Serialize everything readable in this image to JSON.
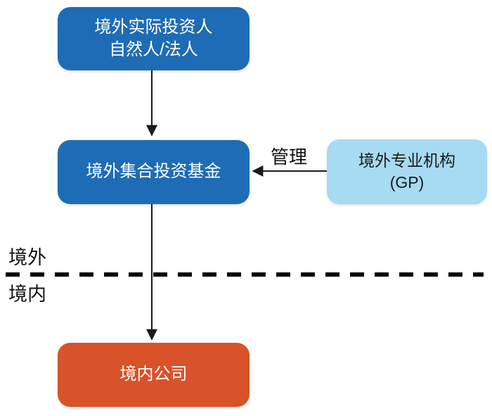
{
  "diagram": {
    "nodes": {
      "investor": {
        "line1": "境外实际投资人",
        "line2": "自然人/法人",
        "color": "#1E6CB5",
        "text_color": "#FFFFFF"
      },
      "fund": {
        "label": "境外集合投资基金",
        "color": "#1E6CB5",
        "text_color": "#FFFFFF"
      },
      "gp": {
        "line1": "境外专业机构",
        "line2": "(GP)",
        "color": "#A6DBF2",
        "text_color": "#1A1A1A"
      },
      "company": {
        "label": "境内公司",
        "color": "#D8522A",
        "text_color": "#FFFFFF"
      }
    },
    "edges": {
      "manage_label": "管理",
      "arrow_color": "#1A1A1A"
    },
    "boundary": {
      "above_label": "境外",
      "below_label": "境内",
      "line_color": "#000000"
    }
  }
}
